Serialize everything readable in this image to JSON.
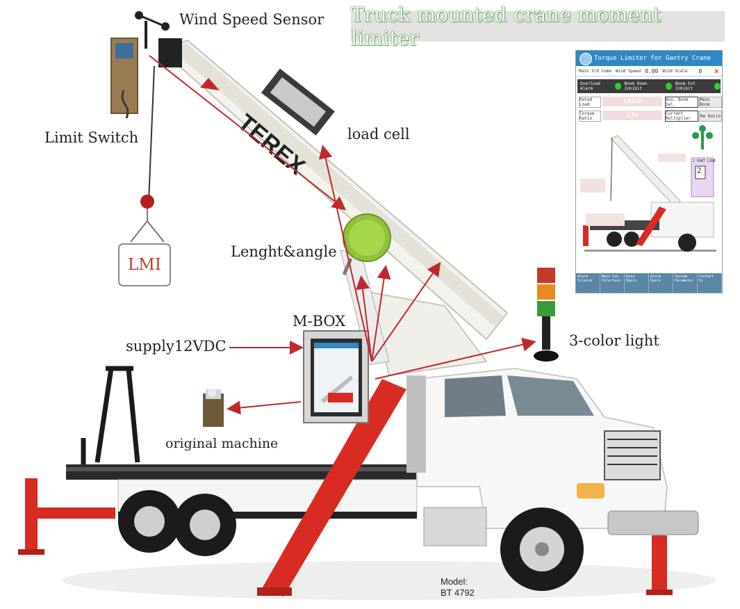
{
  "title": "Truck mounted crane moment limiter",
  "labels": {
    "wind_speed_sensor": "Wind Speed Sensor",
    "limit_switch": "Limit Switch",
    "load_cell": "load cell",
    "length_angle": "Lenght&angle",
    "lmi": "LMI",
    "mbox": "M-BOX",
    "supply": "supply12VDC",
    "original_machine": "original machine",
    "three_color_light": "3-color light",
    "boom_brand": "TEREX",
    "model_label": "Model:",
    "model_value": "BT 4792"
  },
  "hmi": {
    "title": "Torque Limiter for Gantry Crane",
    "main_3rd_comm": "Main 3rd Comm",
    "wind_speed_label": "Wind Speed",
    "wind_speed_value": "0.00",
    "wind_scale_label": "Wind Scale",
    "wind_scale_value": "0",
    "overload_alarm": "Overload Alarm",
    "boom_down_inhibit": "Boom Down Inhibit",
    "boom_ext_inhibit": "Boom Ext Inhibit",
    "rated_load": "Rated Load",
    "rated_load_value": "14460",
    "torque_ratio": "Torque Ratio",
    "torque_ratio_value": "23%",
    "aux_boom_sel": "Aux. Boom Sel.",
    "main_boom": "Main Boom",
    "current_multiplier": "Current Multiplier",
    "re_ratio": "Re Ratio",
    "part_line_label": "2 PART LINE",
    "part_line_value": "2",
    "nav": [
      "Alarm Silence",
      "Main Con Interface",
      "Data Query",
      "Alarm Query",
      "System Parameter",
      "Contact Us"
    ]
  },
  "colors": {
    "arrow": "#c0282d",
    "crane_red": "#d72b24",
    "hmi_blue": "#2f87c3",
    "title_glow": "#4a8a4a"
  }
}
